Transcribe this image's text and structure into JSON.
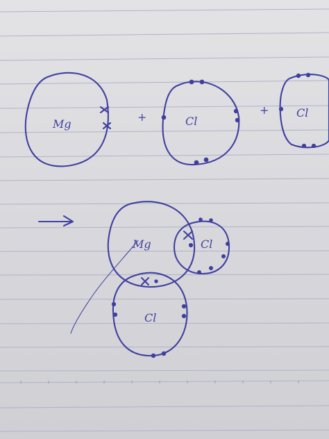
{
  "reaction": {
    "reactants": [
      {
        "symbol": "Mg"
      },
      {
        "operator": "+"
      },
      {
        "symbol": "Cl"
      },
      {
        "operator": "+"
      },
      {
        "symbol": "Cl"
      }
    ],
    "arrow": "→",
    "product": [
      {
        "symbol": "Mg"
      },
      {
        "symbol": "Cl"
      },
      {
        "symbol": "Cl"
      }
    ]
  }
}
